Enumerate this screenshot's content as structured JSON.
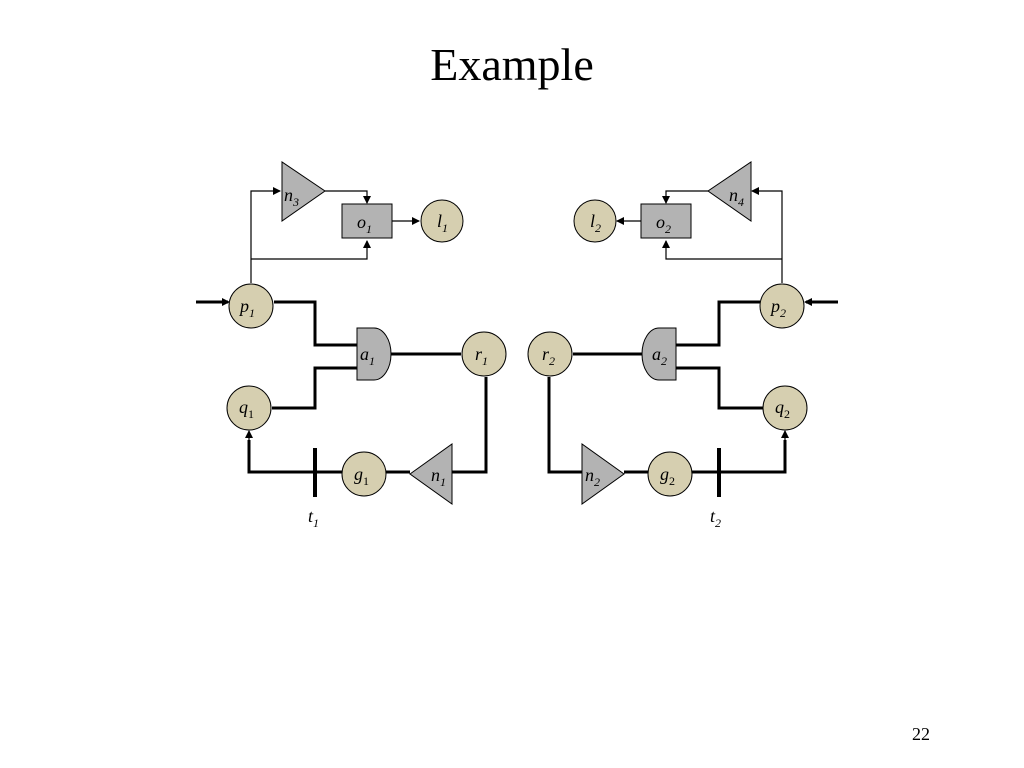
{
  "slide": {
    "title": "Example",
    "page_number": "22"
  },
  "labels": {
    "n3": {
      "main": "n",
      "sub": "3"
    },
    "o1": {
      "main": "o",
      "sub": "1"
    },
    "l1": {
      "main": "l",
      "sub": "1"
    },
    "p1": {
      "main": "p",
      "sub": "1"
    },
    "a1": {
      "main": "a",
      "sub": "1"
    },
    "r1": {
      "main": "r",
      "sub": "1"
    },
    "q1": {
      "main": "q",
      "sub": "1"
    },
    "g1": {
      "main": "g",
      "sub": "1"
    },
    "n1": {
      "main": "n",
      "sub": "1"
    },
    "t1": {
      "main": "t",
      "sub": "1"
    },
    "n4": {
      "main": "n",
      "sub": "4"
    },
    "o2": {
      "main": "o",
      "sub": "2"
    },
    "l2": {
      "main": "l",
      "sub": "2"
    },
    "p2": {
      "main": "p",
      "sub": "2"
    },
    "a2": {
      "main": "a",
      "sub": "2"
    },
    "r2": {
      "main": "r",
      "sub": "2"
    },
    "q2": {
      "main": "q",
      "sub": "2"
    },
    "g2": {
      "main": "g",
      "sub": "2"
    },
    "n2": {
      "main": "n",
      "sub": "2"
    },
    "t2": {
      "main": "t",
      "sub": "2"
    }
  }
}
